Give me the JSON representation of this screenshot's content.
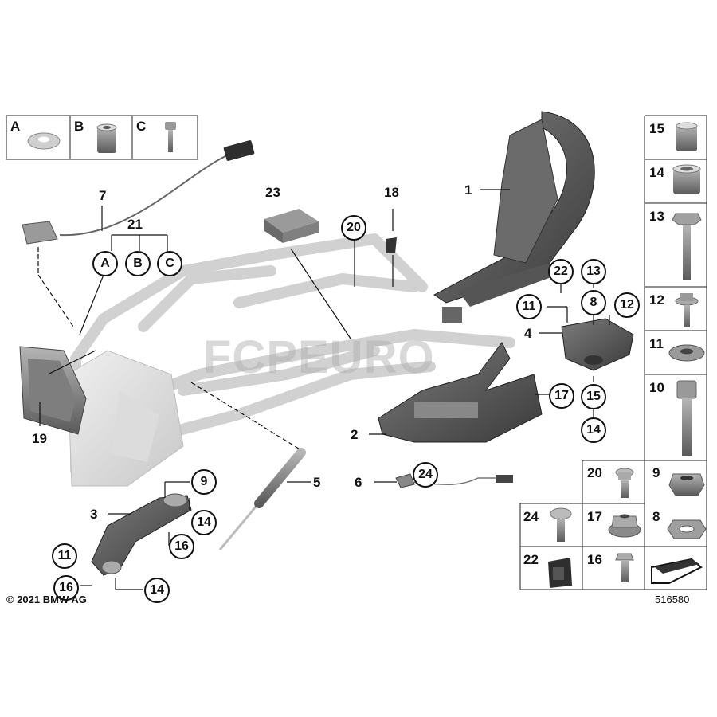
{
  "top_legend": [
    {
      "id": "A",
      "icon": "washer-icon"
    },
    {
      "id": "B",
      "icon": "sleeve-icon"
    },
    {
      "id": "C",
      "icon": "screw-icon"
    }
  ],
  "right_legend": [
    {
      "num": "15",
      "icon": "sleeve-icon"
    },
    {
      "num": "14",
      "icon": "bushing-icon"
    },
    {
      "num": "13",
      "icon": "hex-bolt-icon"
    },
    {
      "num": "12",
      "icon": "flange-bolt-icon"
    },
    {
      "num": "11",
      "icon": "disc-washer-icon"
    },
    {
      "num": "10",
      "icon": "long-bolt-icon"
    },
    {
      "num": "20",
      "icon": "torx-bolt-icon"
    },
    {
      "num": "9",
      "icon": "hex-nut-icon"
    },
    {
      "num": "24",
      "icon": "pan-screw-icon"
    },
    {
      "num": "17",
      "icon": "collar-nut-icon"
    },
    {
      "num": "8",
      "icon": "thin-nut-icon"
    },
    {
      "num": "22",
      "icon": "clip-icon"
    },
    {
      "num": "16",
      "icon": "small-bolt-icon"
    }
  ],
  "callouts": {
    "n1": "1",
    "n2": "2",
    "n3": "3",
    "n4": "4",
    "n5": "5",
    "n6": "6",
    "n7": "7",
    "n18": "18",
    "n19": "19",
    "n23": "23",
    "n21": "21"
  },
  "circled": {
    "cA": "A",
    "cB": "B",
    "cC": "C",
    "c20": "20",
    "c22": "22",
    "c13": "13",
    "c11a": "11",
    "c8": "8",
    "c12": "12",
    "c17": "17",
    "c15": "15",
    "c14a": "14",
    "c24": "24",
    "c9": "9",
    "c14b": "14",
    "c16a": "16",
    "c11b": "11",
    "c16b": "16",
    "c14c": "14"
  },
  "copyright": "© 2021 BMW AG",
  "image_id": "516580",
  "watermark": "FCPEURO"
}
